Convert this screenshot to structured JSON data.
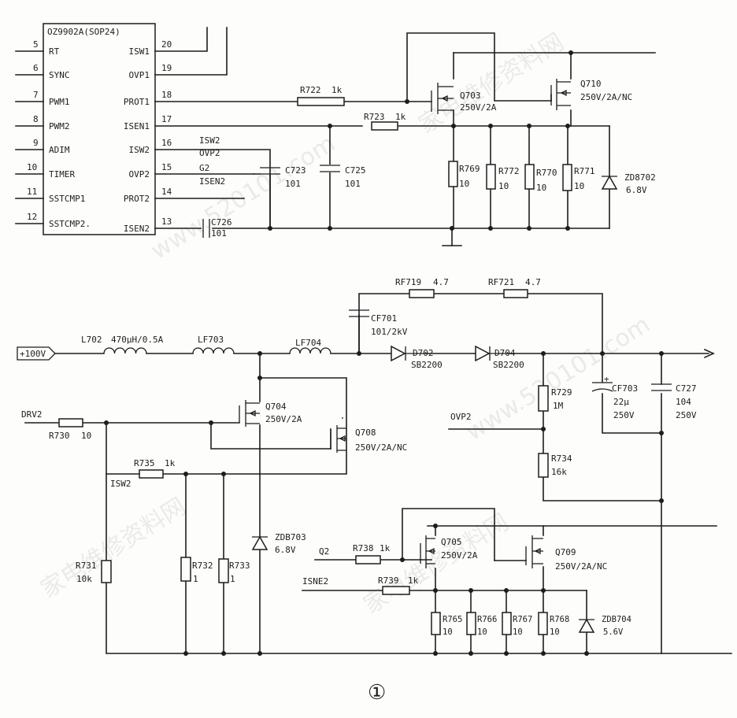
{
  "ic": {
    "name": "OZ9902A(SOP24)",
    "pins_left": [
      {
        "num": "5",
        "label": "RT"
      },
      {
        "num": "6",
        "label": "SYNC"
      },
      {
        "num": "7",
        "label": "PWM1"
      },
      {
        "num": "8",
        "label": "PWM2"
      },
      {
        "num": "9",
        "label": "ADIM"
      },
      {
        "num": "10",
        "label": "TIMER"
      },
      {
        "num": "11",
        "label": "SSTCMP1"
      },
      {
        "num": "12",
        "label": "SSTCMP2."
      }
    ],
    "pins_right": [
      {
        "num": "20",
        "label": "ISW1"
      },
      {
        "num": "19",
        "label": "OVP1"
      },
      {
        "num": "18",
        "label": "PROT1"
      },
      {
        "num": "17",
        "label": "ISEN1"
      },
      {
        "num": "16",
        "label": "ISW2"
      },
      {
        "num": "15",
        "label": "OVP2"
      },
      {
        "num": "14",
        "label": "PROT2"
      },
      {
        "num": "13",
        "label": "ISEN2"
      }
    ]
  },
  "nets": {
    "isw2": "ISW2",
    "ovp2": "OVP2",
    "g2": "G2",
    "isen2": "ISEN2",
    "plus100v": "+100V",
    "drv2": "DRV2",
    "isw2_lower": "ISW2",
    "ovp2_lower": "OVP2",
    "q2": "Q2",
    "isne2": "ISNE2"
  },
  "components": {
    "r722": {
      "ref": "R722",
      "value": "1k"
    },
    "r723": {
      "ref": "R723",
      "value": "1k"
    },
    "q703": {
      "ref": "Q703",
      "value": "250V/2A"
    },
    "q710": {
      "ref": "Q710",
      "value": "250V/2A/NC"
    },
    "c723": {
      "ref": "C723",
      "value": "101"
    },
    "c725": {
      "ref": "C725",
      "value": "101"
    },
    "c726": {
      "ref": "C726",
      "value": "101"
    },
    "r769": {
      "ref": "R769",
      "value": "10"
    },
    "r772": {
      "ref": "R772",
      "value": "10"
    },
    "r770": {
      "ref": "R770",
      "value": "10"
    },
    "r771": {
      "ref": "R771",
      "value": "10"
    },
    "zd8702": {
      "ref": "ZD8702",
      "value": "6.8V"
    },
    "rf719": {
      "ref": "RF719",
      "value": "4.7"
    },
    "rf721": {
      "ref": "RF721",
      "value": "4.7"
    },
    "cf701": {
      "ref": "CF701",
      "value": "101/2kV"
    },
    "l702": {
      "ref": "L702",
      "value": "470μH/0.5A"
    },
    "lf703": {
      "ref": "LF703",
      "value": ""
    },
    "lf704": {
      "ref": "LF704",
      "value": ""
    },
    "d702": {
      "ref": "D702",
      "value": "SB2200"
    },
    "d704": {
      "ref": "D704",
      "value": "SB2200"
    },
    "r729": {
      "ref": "R729",
      "value": "1M"
    },
    "cf703": {
      "ref": "CF703",
      "value": "22μ",
      "value2": "250V"
    },
    "c727": {
      "ref": "C727",
      "value": "104",
      "value2": "250V"
    },
    "q704": {
      "ref": "Q704",
      "value": "250V/2A"
    },
    "q708": {
      "ref": "Q708",
      "value": "250V/2A/NC"
    },
    "r730": {
      "ref": "R730",
      "value": "10"
    },
    "r735": {
      "ref": "R735",
      "value": "1k"
    },
    "r734": {
      "ref": "R734",
      "value": "16k"
    },
    "zdb703": {
      "ref": "ZDB703",
      "value": "6.8V"
    },
    "r731": {
      "ref": "R731",
      "value": "10k"
    },
    "r732": {
      "ref": "R732",
      "value": "1"
    },
    "r733": {
      "ref": "R733",
      "value": "1"
    },
    "r738": {
      "ref": "R738",
      "value": "1k"
    },
    "r739": {
      "ref": "R739",
      "value": "1k"
    },
    "q705": {
      "ref": "Q705",
      "value": "250V/2A"
    },
    "q709": {
      "ref": "Q709",
      "value": "250V/2A/NC"
    },
    "r765": {
      "ref": "R765",
      "value": "10"
    },
    "r766": {
      "ref": "R766",
      "value": "10"
    },
    "r767": {
      "ref": "R767",
      "value": "10"
    },
    "r768": {
      "ref": "R768",
      "value": "10"
    },
    "zdb704": {
      "ref": "ZDB704",
      "value": "5.6V"
    }
  },
  "figure_label": "①",
  "watermark": {
    "text": "家电维修资料网",
    "site": "www.520101.com"
  }
}
